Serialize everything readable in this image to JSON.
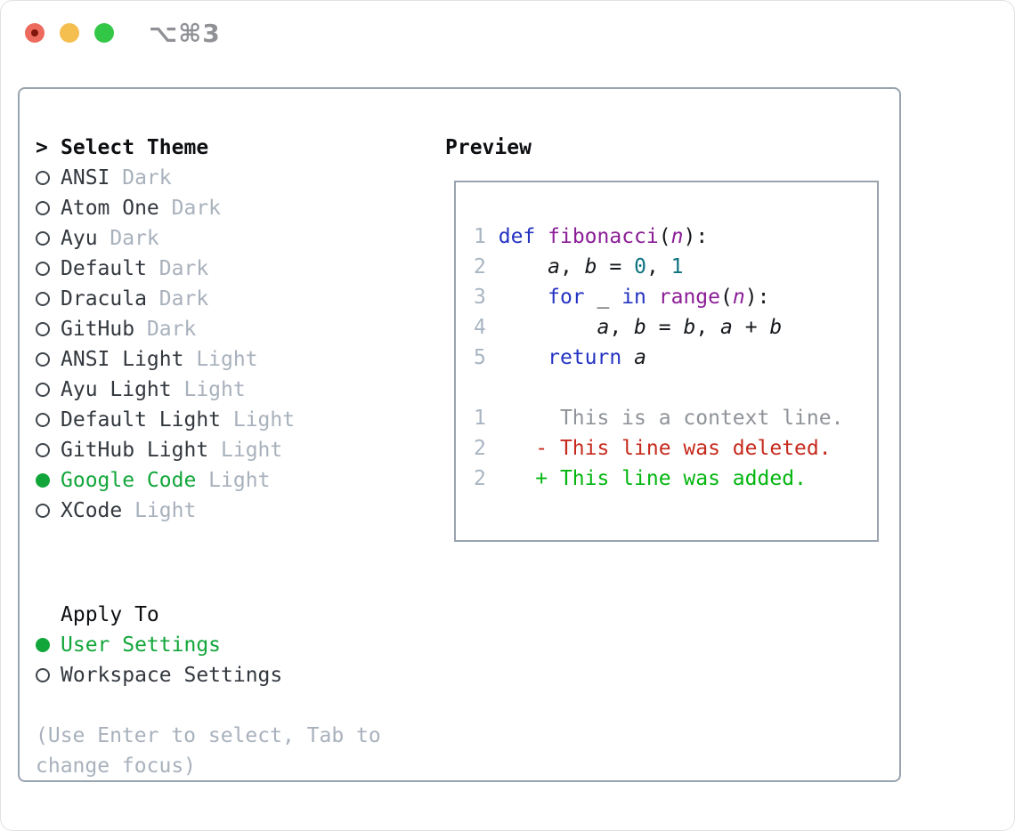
{
  "window": {
    "title": "⌥⌘3"
  },
  "left_panel": {
    "header": {
      "prefix": ">",
      "label": "Select Theme"
    },
    "themes": [
      {
        "name": "ANSI",
        "variant": "Dark",
        "selected": false
      },
      {
        "name": "Atom One",
        "variant": "Dark",
        "selected": false
      },
      {
        "name": "Ayu",
        "variant": "Dark",
        "selected": false
      },
      {
        "name": "Default",
        "variant": "Dark",
        "selected": false
      },
      {
        "name": "Dracula",
        "variant": "Dark",
        "selected": false
      },
      {
        "name": "GitHub",
        "variant": "Dark",
        "selected": false
      },
      {
        "name": "ANSI Light",
        "variant": "Light",
        "selected": false
      },
      {
        "name": "Ayu Light",
        "variant": "Light",
        "selected": false
      },
      {
        "name": "Default Light",
        "variant": "Light",
        "selected": false
      },
      {
        "name": "GitHub Light",
        "variant": "Light",
        "selected": false
      },
      {
        "name": "Google Code",
        "variant": "Light",
        "selected": true
      },
      {
        "name": "XCode",
        "variant": "Light",
        "selected": false
      }
    ],
    "apply_to": {
      "heading": "Apply To",
      "options": [
        {
          "label": "User Settings",
          "selected": true
        },
        {
          "label": "Workspace Settings",
          "selected": false
        }
      ]
    },
    "hint_lines": [
      "(Use Enter to select, Tab to",
      "change focus)"
    ]
  },
  "preview": {
    "heading": "Preview",
    "code_lines": [
      {
        "tokens": [
          [
            "ln",
            "1"
          ],
          [
            "pl",
            " "
          ],
          [
            "kw",
            "def"
          ],
          [
            "pl",
            " "
          ],
          [
            "fn",
            "fibonacci"
          ],
          [
            "pl",
            "("
          ],
          [
            "pv",
            "n"
          ],
          [
            "pl",
            "):"
          ]
        ]
      },
      {
        "tokens": [
          [
            "ln",
            "2"
          ],
          [
            "pl",
            "     "
          ],
          [
            "var",
            "a"
          ],
          [
            "pl",
            ", "
          ],
          [
            "var",
            "b"
          ],
          [
            "pl",
            " = "
          ],
          [
            "lit",
            "0"
          ],
          [
            "pl",
            ", "
          ],
          [
            "lit",
            "1"
          ]
        ]
      },
      {
        "tokens": [
          [
            "ln",
            "3"
          ],
          [
            "pl",
            "     "
          ],
          [
            "kw",
            "for"
          ],
          [
            "pl",
            " _ "
          ],
          [
            "kw",
            "in"
          ],
          [
            "pl",
            " "
          ],
          [
            "fn",
            "range"
          ],
          [
            "pl",
            "("
          ],
          [
            "pv",
            "n"
          ],
          [
            "pl",
            "):"
          ]
        ]
      },
      {
        "tokens": [
          [
            "ln",
            "4"
          ],
          [
            "pl",
            "         "
          ],
          [
            "var",
            "a"
          ],
          [
            "pl",
            ", "
          ],
          [
            "var",
            "b"
          ],
          [
            "pl",
            " = "
          ],
          [
            "var",
            "b"
          ],
          [
            "pl",
            ", "
          ],
          [
            "var",
            "a"
          ],
          [
            "pl",
            " + "
          ],
          [
            "var",
            "b"
          ]
        ]
      },
      {
        "tokens": [
          [
            "ln",
            "5"
          ],
          [
            "pl",
            "     "
          ],
          [
            "kw",
            "return"
          ],
          [
            "pl",
            " "
          ],
          [
            "var",
            "a"
          ]
        ]
      },
      {
        "tokens": []
      },
      {
        "tokens": [
          [
            "ln",
            "1"
          ],
          [
            "ctx",
            "      This is a context line."
          ]
        ]
      },
      {
        "tokens": [
          [
            "ln",
            "2"
          ],
          [
            "pl",
            "    "
          ],
          [
            "del",
            "- This line was deleted."
          ]
        ]
      },
      {
        "tokens": [
          [
            "ln",
            "2"
          ],
          [
            "pl",
            "    "
          ],
          [
            "add",
            "+ This line was added."
          ]
        ]
      }
    ]
  },
  "colors": {
    "cborder": "#99a3ae",
    "ctext": "#33383f",
    "cheading": "#0c0e11",
    "cmuted": "#a8b1bc",
    "cgreen": "#12a63a",
    "cadd": "#03b60f",
    "cdel": "#c62a1d",
    "cctx": "#8f9399",
    "cln": "#a8b5c2",
    "ckw": "#2433c2",
    "cfn": "#8b1e97",
    "clit": "#0d7380",
    "ccode": "#15181c",
    "title": "#8f9196",
    "tlred": "#ed6a5e",
    "tlredinner": "#80150c",
    "tlyellow": "#f5bf4f",
    "tlgreen": "#33c748"
  }
}
